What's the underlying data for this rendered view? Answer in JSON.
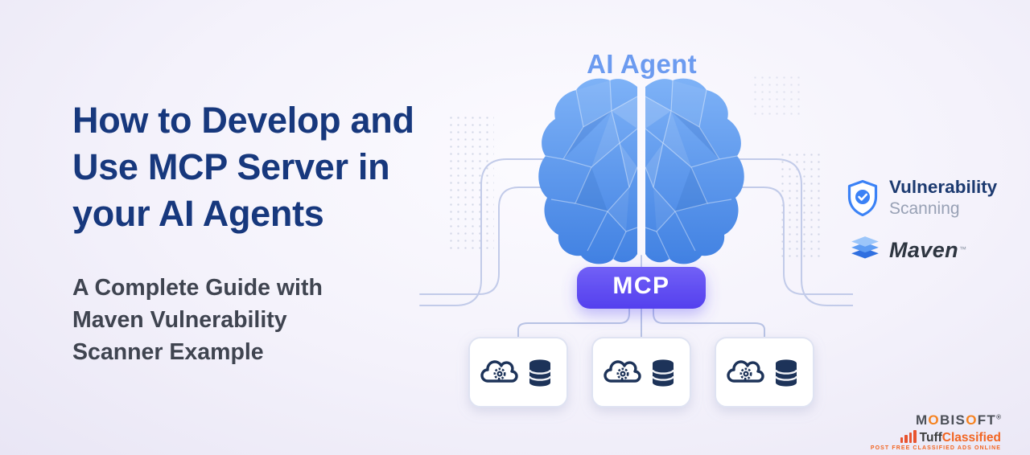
{
  "title": {
    "lines": [
      "How to Develop and",
      "Use MCP Server in",
      "your AI Agents"
    ]
  },
  "subtitle": {
    "lines": [
      "A Complete Guide with",
      "Maven Vulnerability",
      "Scanner Example"
    ]
  },
  "diagram": {
    "agent_label": "AI Agent",
    "mcp_label": "MCP",
    "brain_icon": "low-poly-brain-icon",
    "data_sources": [
      {
        "icons": [
          "cloud-gear-icon",
          "database-icon"
        ]
      },
      {
        "icons": [
          "cloud-gear-icon",
          "database-icon"
        ]
      },
      {
        "icons": [
          "cloud-gear-icon",
          "database-icon"
        ]
      }
    ]
  },
  "badges": {
    "vulnerability": {
      "line1": "Vulnerability",
      "line2": "Scanning",
      "icon": "shield-check-icon"
    },
    "maven": {
      "label": "Maven",
      "trademark": "™",
      "icon": "layer-stack-icon"
    }
  },
  "footer": {
    "mobisoft": {
      "parts": [
        "M",
        "O",
        "BIS",
        "O",
        "FT"
      ],
      "registered": "®"
    },
    "tuffclassified": {
      "name_dark": "Tuff",
      "name_accent": "Classified",
      "tagline": "Post Free Classified Ads Online",
      "icon": "bars-icon"
    }
  },
  "colors": {
    "headline": "#17387d",
    "subheadline": "#3f4450",
    "agent_label": "#6c9bf0",
    "brain_blue": "#4a8ee9",
    "mcp_purple": "#5b4bf0",
    "connector": "#bcc7e8",
    "icon_navy": "#1d3359",
    "shield_blue": "#3b82f6",
    "orange": "#f58220"
  }
}
